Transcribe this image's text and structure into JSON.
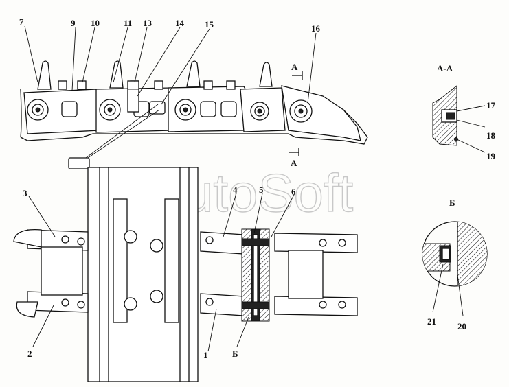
{
  "watermark": "AutoSoft",
  "section_titles": {
    "aa": "А-А",
    "b": "Б"
  },
  "section_marks": {
    "a_top": "А",
    "a_bottom": "А",
    "b_callout": "Б"
  },
  "callouts": [
    "1",
    "2",
    "3",
    "4",
    "5",
    "6",
    "7",
    "9",
    "10",
    "11",
    "13",
    "14",
    "15",
    "16",
    "17",
    "18",
    "19",
    "20",
    "21"
  ]
}
